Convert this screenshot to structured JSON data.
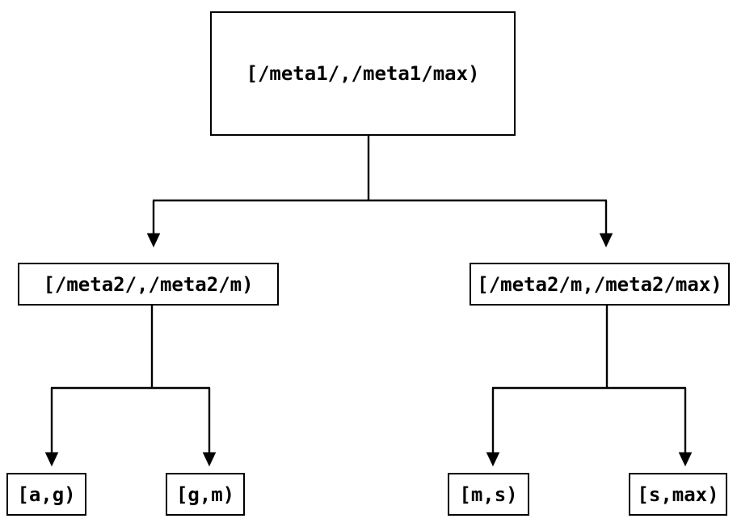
{
  "diagram": {
    "type": "tree",
    "background_color": "#ffffff",
    "line_color": "#000000",
    "box_border_color": "#000000",
    "box_fill_color": "#ffffff",
    "text_color": "#000000",
    "nodes": {
      "root": {
        "label": "[/meta1/,/meta1/max)"
      },
      "left": {
        "label": "[/meta2/,/meta2/m)"
      },
      "right": {
        "label": "[/meta2/m,/meta2/max)"
      },
      "leaf_ag": {
        "label": "[a,g)"
      },
      "leaf_gm": {
        "label": "[g,m)"
      },
      "leaf_ms": {
        "label": "[m,s)"
      },
      "leaf_smax": {
        "label": "[s,max)"
      }
    },
    "edges": [
      {
        "from": "root",
        "to": "left"
      },
      {
        "from": "root",
        "to": "right"
      },
      {
        "from": "left",
        "to": "leaf_ag"
      },
      {
        "from": "left",
        "to": "leaf_gm"
      },
      {
        "from": "right",
        "to": "leaf_ms"
      },
      {
        "from": "right",
        "to": "leaf_smax"
      }
    ]
  }
}
